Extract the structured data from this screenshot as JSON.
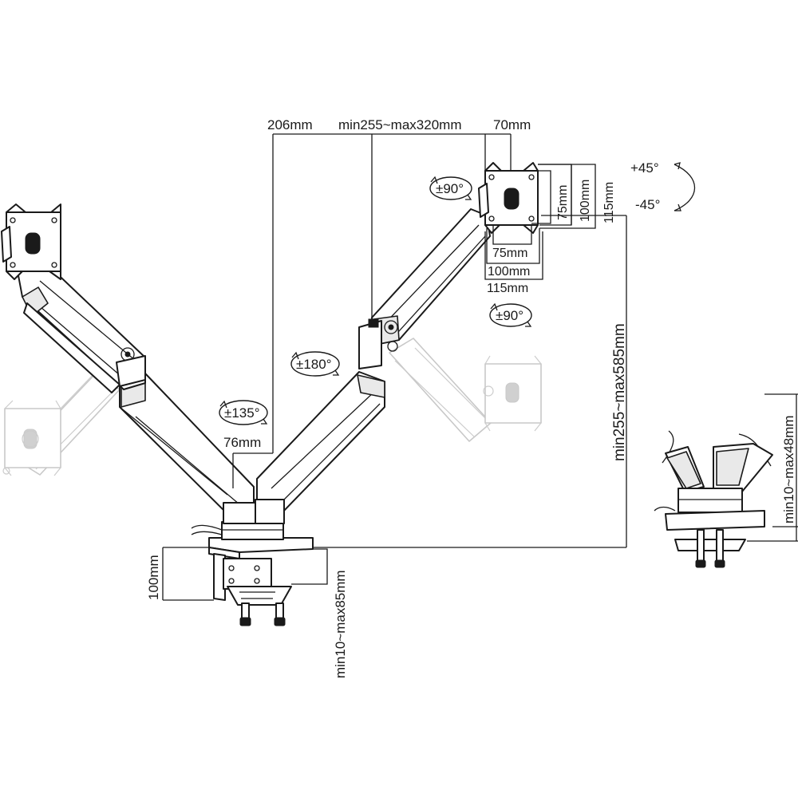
{
  "diagram": {
    "subject": "dual monitor arm with desk clamp",
    "dimensions": {
      "top_offset": "206mm",
      "arm_extension": "min255~max320mm",
      "head_offset": "70mm",
      "pole_width": "76mm",
      "height_range": "min255~max585mm",
      "clamp_height": "100mm",
      "clamp_thickness": "min10~max85mm",
      "grommet_thickness": "min10~max48mm"
    },
    "vesa": {
      "v75": "75mm",
      "v100": "100mm",
      "v115": "115mm",
      "h75": "75mm",
      "h100": "100mm",
      "h115": "115mm"
    },
    "rotations": {
      "head_rotate_top": "±90°",
      "head_rotate_bottom": "±90°",
      "arm_swivel": "±180°",
      "base_swivel": "±135°",
      "tilt_up": "+45°",
      "tilt_down": "-45°"
    }
  }
}
